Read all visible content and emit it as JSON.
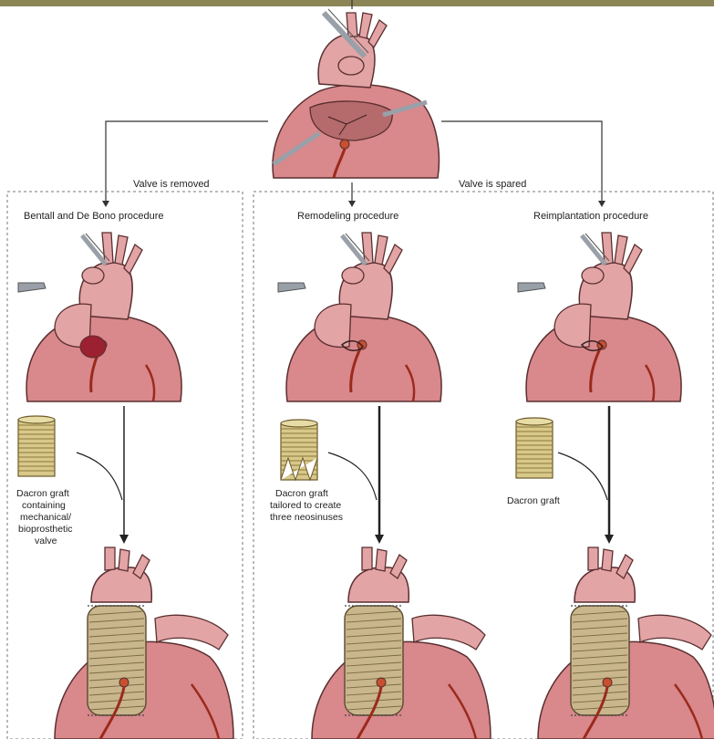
{
  "diagram": {
    "branches": {
      "left": "Valve is removed",
      "right": "Valve is spared"
    },
    "procedures": [
      {
        "title": "Bentall and De Bono procedure",
        "graft_caption": [
          "Dacron graft",
          "containing",
          "mechanical/",
          "bioprosthetic",
          "valve"
        ]
      },
      {
        "title": "Remodeling procedure",
        "graft_caption": [
          "Dacron graft",
          "tailored to create",
          "three neosinuses"
        ]
      },
      {
        "title": "Reimplantation procedure",
        "graft_caption": [
          "Dacron graft"
        ]
      }
    ]
  },
  "colors": {
    "top_bar": "#8c8657",
    "aorta": "#e3a4a6",
    "aorta_outline": "#5a2f30",
    "heart": "#d9888c",
    "vessel": "#9b2a1c",
    "graft": "#d8c98a",
    "clamp": "#9aa0a8",
    "lines": "#333333"
  }
}
